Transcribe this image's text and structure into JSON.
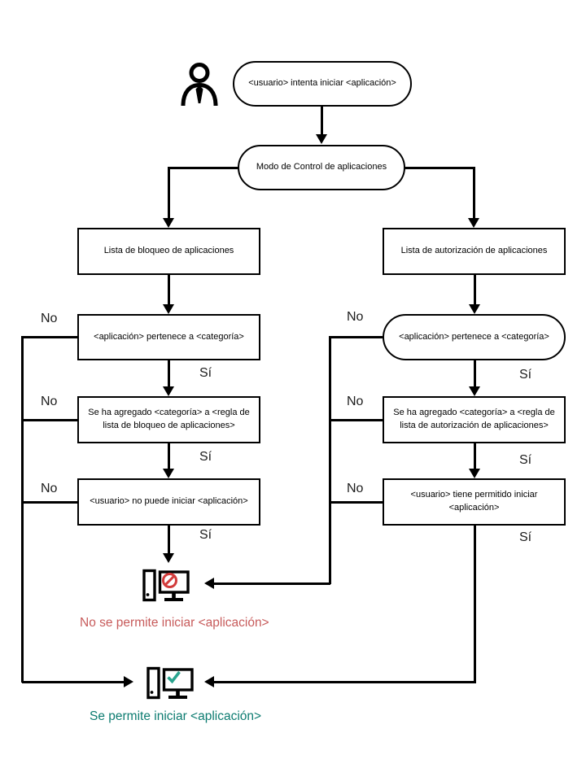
{
  "diagram": {
    "start_node": "<usuario> intenta iniciar <aplicación>",
    "mode_node": "Modo de Control de aplicaciones",
    "left_branch": {
      "title": "Lista de bloqueo de aplicaciones",
      "step_category": "<aplicación> pertenece a <categoría>",
      "step_rule": "Se ha agregado  <categoría> a <regla de lista de bloqueo de aplicaciones>",
      "step_result": "<usuario> no puede iniciar <aplicación>"
    },
    "right_branch": {
      "title": "Lista de autorización de aplicaciones",
      "step_category": "<aplicación> pertenece a <categoría>",
      "step_rule": "Se ha agregado <categoría> a <regla de lista de autorización de aplicaciones>",
      "step_result": "<usuario> tiene permitido iniciar <aplicación>"
    },
    "labels": {
      "yes": "Sí",
      "no": "No"
    },
    "outcomes": {
      "blocked_text": "No se permite iniciar <aplicación>",
      "allowed_text": "Se permite iniciar <aplicación>"
    },
    "icons": {
      "user": "user-icon",
      "blocked_computer": "computer-blocked-icon",
      "allowed_computer": "computer-allowed-icon"
    },
    "colors": {
      "line": "#000000",
      "blocked_text": "#c75b5b",
      "allowed_text": "#0d7c71",
      "prohibition_sign": "#d23b3b",
      "checkmark": "#2aa48f"
    }
  }
}
